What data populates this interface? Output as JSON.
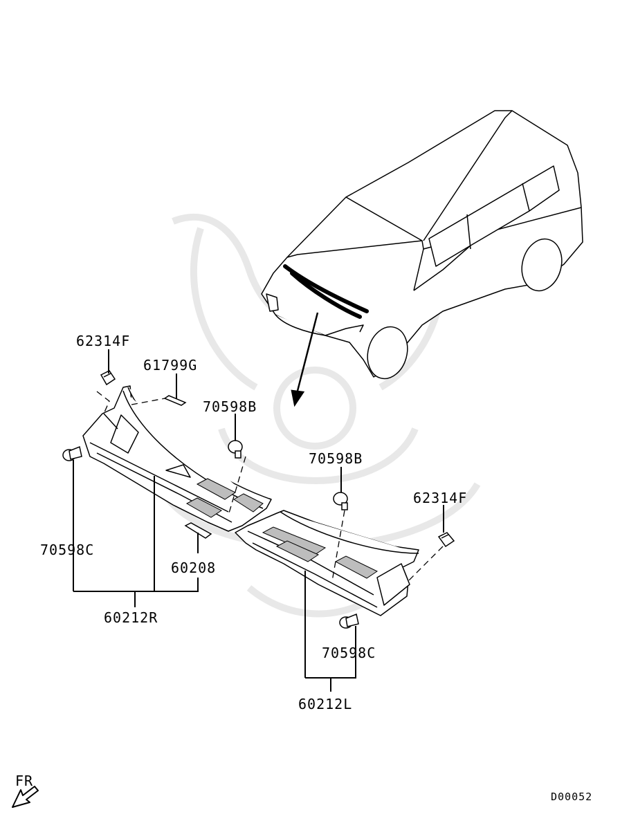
{
  "diagram": {
    "labels": {
      "clip_top_left": "62314F",
      "tape": "61799G",
      "clip_b_left": "70598B",
      "clip_b_right": "70598B",
      "clip_top_right": "62314F",
      "clip_c_left": "70598C",
      "bracket": "60208",
      "cowl_right": "60212R",
      "clip_c_right": "70598C",
      "cowl_left": "60212L"
    },
    "direction": "FR",
    "drawing_code": "D00052"
  }
}
